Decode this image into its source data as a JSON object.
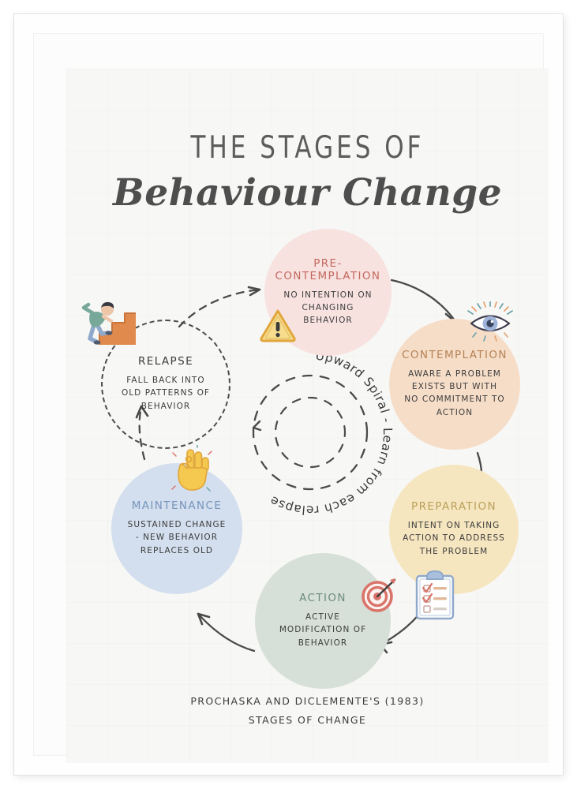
{
  "poster": {
    "title_line1": "THE STAGES OF",
    "title_line2": "Behaviour Change",
    "caption_line1": "PROCHASKA AND DICLEMENTE'S (1983)",
    "caption_line2": "STAGES OF CHANGE",
    "center_label": "Upward Spiral - Learn from each relapse"
  },
  "colors": {
    "precontemplation_fill": "#f7e2e0",
    "precontemplation_text": "#c4685e",
    "contemplation_fill": "#f6ddc8",
    "contemplation_text": "#b58355",
    "preparation_fill": "#f6e6c0",
    "preparation_text": "#bba05a",
    "action_fill": "#d6e0d8",
    "action_text": "#6d8b80",
    "maintenance_fill": "#d3dfee",
    "maintenance_text": "#7694bb",
    "relapse_stroke": "#4a4a4a",
    "arrow": "#4a4a4a",
    "body_text": "#3c3c3c",
    "paper": "#f7f7f5"
  },
  "stages": [
    {
      "id": "precontemplation",
      "title": "PRE-\nCONTEMPLATION",
      "title_line1": "PRE-",
      "title_line2": "CONTEMPLATION",
      "desc_lines": [
        "NO INTENTION ON",
        "CHANGING",
        "BEHAVIOR"
      ],
      "icon": "warning-triangle-icon"
    },
    {
      "id": "contemplation",
      "title_line1": "CONTEMPLATION",
      "title_line2": "",
      "desc_lines": [
        "AWARE A PROBLEM",
        "EXISTS BUT WITH",
        "NO COMMITMENT TO",
        "ACTION"
      ],
      "icon": "eye-icon"
    },
    {
      "id": "preparation",
      "title_line1": "PREPARATION",
      "title_line2": "",
      "desc_lines": [
        "INTENT ON TAKING",
        "ACTION TO ADDRESS",
        "THE PROBLEM"
      ],
      "icon": "clipboard-checklist-icon"
    },
    {
      "id": "action",
      "title_line1": "ACTION",
      "title_line2": "",
      "desc_lines": [
        "ACTIVE",
        "MODIFICATION OF",
        "BEHAVIOR"
      ],
      "icon": "target-icon"
    },
    {
      "id": "maintenance",
      "title_line1": "MAINTENANCE",
      "title_line2": "",
      "desc_lines": [
        "SUSTAINED CHANGE",
        "- NEW BEHAVIOR",
        "REPLACES OLD"
      ],
      "icon": "ok-hand-icon"
    },
    {
      "id": "relapse",
      "title_line1": "RELAPSE",
      "title_line2": "",
      "desc_lines": [
        "FALL BACK INTO",
        "OLD PATTERNS OF",
        "BEHAVIOR"
      ],
      "icon": "person-climbing-stairs-icon"
    }
  ]
}
